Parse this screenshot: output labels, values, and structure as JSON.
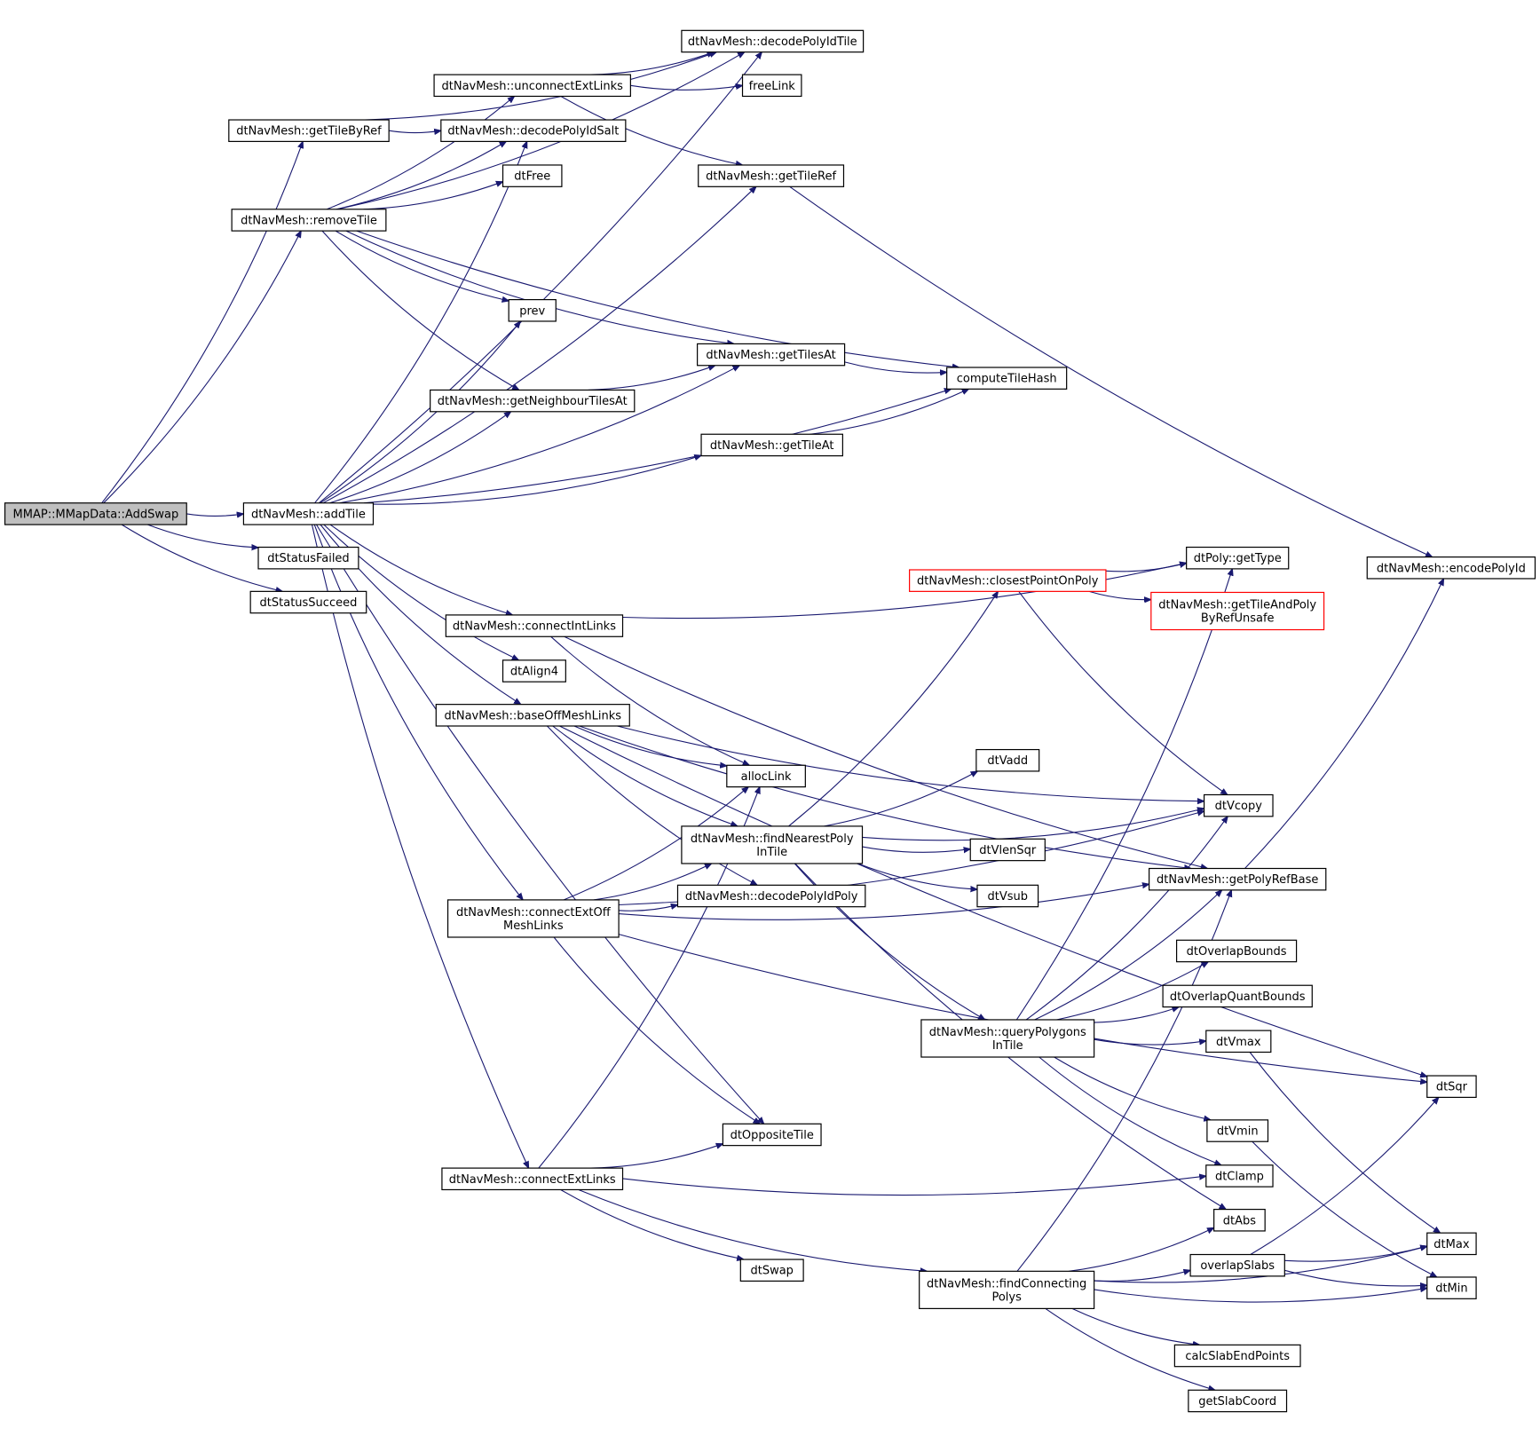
{
  "diagram": {
    "kind": "call-graph",
    "colors": {
      "edge": "#191970",
      "node_border": "#000000",
      "root_fill": "#bfbfbf",
      "node_fill": "#ffffff",
      "truncated_border": "#ff0000"
    },
    "nodes": [
      {
        "id": "root",
        "lines": [
          "MMAP::MMapData::AddSwap"
        ],
        "style": "root"
      },
      {
        "id": "getTileByRef",
        "lines": [
          "dtNavMesh::getTileByRef"
        ]
      },
      {
        "id": "removeTile",
        "lines": [
          "dtNavMesh::removeTile"
        ]
      },
      {
        "id": "addTile",
        "lines": [
          "dtNavMesh::addTile"
        ]
      },
      {
        "id": "dtStatusFailed",
        "lines": [
          "dtStatusFailed"
        ]
      },
      {
        "id": "dtStatusSucceed",
        "lines": [
          "dtStatusSucceed"
        ]
      },
      {
        "id": "decodePolyIdTile",
        "lines": [
          "dtNavMesh::decodePolyIdTile"
        ]
      },
      {
        "id": "unconnectExtLinks",
        "lines": [
          "dtNavMesh::unconnectExtLinks"
        ]
      },
      {
        "id": "decodePolyIdSalt",
        "lines": [
          "dtNavMesh::decodePolyIdSalt"
        ]
      },
      {
        "id": "dtFree",
        "lines": [
          "dtFree"
        ]
      },
      {
        "id": "freeLink",
        "lines": [
          "freeLink"
        ]
      },
      {
        "id": "getTileRef",
        "lines": [
          "dtNavMesh::getTileRef"
        ]
      },
      {
        "id": "prev",
        "lines": [
          "prev"
        ]
      },
      {
        "id": "getTilesAt",
        "lines": [
          "dtNavMesh::getTilesAt"
        ]
      },
      {
        "id": "getNeighbourTilesAt",
        "lines": [
          "dtNavMesh::getNeighbourTilesAt"
        ]
      },
      {
        "id": "computeTileHash",
        "lines": [
          "computeTileHash"
        ]
      },
      {
        "id": "getTileAt",
        "lines": [
          "dtNavMesh::getTileAt"
        ]
      },
      {
        "id": "encodePolyId",
        "lines": [
          "dtNavMesh::encodePolyId"
        ]
      },
      {
        "id": "getType",
        "lines": [
          "dtPoly::getType"
        ]
      },
      {
        "id": "closestPointOnPoly",
        "lines": [
          "dtNavMesh::closestPointOnPoly"
        ],
        "style": "truncated"
      },
      {
        "id": "getTileAndPolyByRefUnsafe",
        "lines": [
          "dtNavMesh::getTileAndPoly",
          "ByRefUnsafe"
        ],
        "style": "truncated"
      },
      {
        "id": "connectIntLinks",
        "lines": [
          "dtNavMesh::connectIntLinks"
        ]
      },
      {
        "id": "dtAlign4",
        "lines": [
          "dtAlign4"
        ]
      },
      {
        "id": "baseOffMeshLinks",
        "lines": [
          "dtNavMesh::baseOffMeshLinks"
        ]
      },
      {
        "id": "dtVadd",
        "lines": [
          "dtVadd"
        ]
      },
      {
        "id": "allocLink",
        "lines": [
          "allocLink"
        ]
      },
      {
        "id": "dtVcopy",
        "lines": [
          "dtVcopy"
        ]
      },
      {
        "id": "findNearestPolyInTile",
        "lines": [
          "dtNavMesh::findNearestPoly",
          "InTile"
        ]
      },
      {
        "id": "dtVlenSqr",
        "lines": [
          "dtVlenSqr"
        ]
      },
      {
        "id": "getPolyRefBase",
        "lines": [
          "dtNavMesh::getPolyRefBase"
        ]
      },
      {
        "id": "dtVsub",
        "lines": [
          "dtVsub"
        ]
      },
      {
        "id": "connectExtOffMeshLinks",
        "lines": [
          "dtNavMesh::connectExtOff",
          "MeshLinks"
        ]
      },
      {
        "id": "decodePolyIdPoly",
        "lines": [
          "dtNavMesh::decodePolyIdPoly"
        ]
      },
      {
        "id": "dtOverlapBounds",
        "lines": [
          "dtOverlapBounds"
        ]
      },
      {
        "id": "dtOverlapQuantBounds",
        "lines": [
          "dtOverlapQuantBounds"
        ]
      },
      {
        "id": "queryPolygonsInTile",
        "lines": [
          "dtNavMesh::queryPolygons",
          "InTile"
        ]
      },
      {
        "id": "dtVmax",
        "lines": [
          "dtVmax"
        ]
      },
      {
        "id": "dtSqr",
        "lines": [
          "dtSqr"
        ]
      },
      {
        "id": "dtVmin",
        "lines": [
          "dtVmin"
        ]
      },
      {
        "id": "dtOppositeTile",
        "lines": [
          "dtOppositeTile"
        ]
      },
      {
        "id": "connectExtLinks",
        "lines": [
          "dtNavMesh::connectExtLinks"
        ]
      },
      {
        "id": "dtClamp",
        "lines": [
          "dtClamp"
        ]
      },
      {
        "id": "dtAbs",
        "lines": [
          "dtAbs"
        ]
      },
      {
        "id": "dtMax",
        "lines": [
          "dtMax"
        ]
      },
      {
        "id": "overlapSlabs",
        "lines": [
          "overlapSlabs"
        ]
      },
      {
        "id": "findConnectingPolys",
        "lines": [
          "dtNavMesh::findConnecting",
          "Polys"
        ]
      },
      {
        "id": "dtMin",
        "lines": [
          "dtMin"
        ]
      },
      {
        "id": "dtSwap",
        "lines": [
          "dtSwap"
        ]
      },
      {
        "id": "calcSlabEndPoints",
        "lines": [
          "calcSlabEndPoints"
        ]
      },
      {
        "id": "getSlabCoord",
        "lines": [
          "getSlabCoord"
        ]
      }
    ],
    "edges": [
      [
        "root",
        "getTileByRef"
      ],
      [
        "root",
        "removeTile"
      ],
      [
        "root",
        "addTile"
      ],
      [
        "root",
        "dtStatusFailed"
      ],
      [
        "root",
        "dtStatusSucceed"
      ],
      [
        "getTileByRef",
        "decodePolyIdTile"
      ],
      [
        "getTileByRef",
        "decodePolyIdSalt"
      ],
      [
        "removeTile",
        "decodePolyIdTile"
      ],
      [
        "removeTile",
        "unconnectExtLinks"
      ],
      [
        "removeTile",
        "decodePolyIdSalt"
      ],
      [
        "removeTile",
        "dtFree"
      ],
      [
        "removeTile",
        "prev"
      ],
      [
        "removeTile",
        "getTilesAt"
      ],
      [
        "removeTile",
        "computeTileHash"
      ],
      [
        "removeTile",
        "getNeighbourTilesAt"
      ],
      [
        "unconnectExtLinks",
        "decodePolyIdTile"
      ],
      [
        "unconnectExtLinks",
        "freeLink"
      ],
      [
        "unconnectExtLinks",
        "getTileRef"
      ],
      [
        "getTileRef",
        "encodePolyId"
      ],
      [
        "getTilesAt",
        "computeTileHash"
      ],
      [
        "getNeighbourTilesAt",
        "getTilesAt"
      ],
      [
        "getTileAt",
        "computeTileHash"
      ],
      [
        "addTile",
        "decodePolyIdSalt"
      ],
      [
        "addTile",
        "decodePolyIdTile"
      ],
      [
        "addTile",
        "getTileRef"
      ],
      [
        "addTile",
        "prev"
      ],
      [
        "addTile",
        "getNeighbourTilesAt"
      ],
      [
        "addTile",
        "getTilesAt"
      ],
      [
        "addTile",
        "computeTileHash"
      ],
      [
        "addTile",
        "getTileAt"
      ],
      [
        "addTile",
        "connectIntLinks"
      ],
      [
        "addTile",
        "dtAlign4"
      ],
      [
        "addTile",
        "baseOffMeshLinks"
      ],
      [
        "addTile",
        "connectExtOffMeshLinks"
      ],
      [
        "addTile",
        "dtOppositeTile"
      ],
      [
        "addTile",
        "connectExtLinks"
      ],
      [
        "connectIntLinks",
        "getType"
      ],
      [
        "connectIntLinks",
        "getPolyRefBase"
      ],
      [
        "connectIntLinks",
        "allocLink"
      ],
      [
        "baseOffMeshLinks",
        "dtSqr"
      ],
      [
        "baseOffMeshLinks",
        "dtVcopy"
      ],
      [
        "baseOffMeshLinks",
        "getPolyRefBase"
      ],
      [
        "baseOffMeshLinks",
        "allocLink"
      ],
      [
        "baseOffMeshLinks",
        "findNearestPolyInTile"
      ],
      [
        "baseOffMeshLinks",
        "decodePolyIdPoly"
      ],
      [
        "closestPointOnPoly",
        "getType"
      ],
      [
        "closestPointOnPoly",
        "getTileAndPolyByRefUnsafe"
      ],
      [
        "closestPointOnPoly",
        "dtVcopy"
      ],
      [
        "findNearestPolyInTile",
        "closestPointOnPoly"
      ],
      [
        "findNearestPolyInTile",
        "dtVadd"
      ],
      [
        "findNearestPolyInTile",
        "dtVcopy"
      ],
      [
        "findNearestPolyInTile",
        "dtVlenSqr"
      ],
      [
        "findNearestPolyInTile",
        "dtVsub"
      ],
      [
        "findNearestPolyInTile",
        "queryPolygonsInTile"
      ],
      [
        "findNearestPolyInTile",
        "dtAbs"
      ],
      [
        "connectExtOffMeshLinks",
        "allocLink"
      ],
      [
        "connectExtOffMeshLinks",
        "findNearestPolyInTile"
      ],
      [
        "connectExtOffMeshLinks",
        "decodePolyIdPoly"
      ],
      [
        "connectExtOffMeshLinks",
        "dtVcopy"
      ],
      [
        "connectExtOffMeshLinks",
        "getPolyRefBase"
      ],
      [
        "connectExtOffMeshLinks",
        "dtSqr"
      ],
      [
        "connectExtOffMeshLinks",
        "dtOppositeTile"
      ],
      [
        "queryPolygonsInTile",
        "getType"
      ],
      [
        "queryPolygonsInTile",
        "dtVcopy"
      ],
      [
        "queryPolygonsInTile",
        "getPolyRefBase"
      ],
      [
        "queryPolygonsInTile",
        "dtOverlapBounds"
      ],
      [
        "queryPolygonsInTile",
        "dtOverlapQuantBounds"
      ],
      [
        "queryPolygonsInTile",
        "dtVmax"
      ],
      [
        "queryPolygonsInTile",
        "dtVmin"
      ],
      [
        "queryPolygonsInTile",
        "dtClamp"
      ],
      [
        "getPolyRefBase",
        "encodePolyId"
      ],
      [
        "dtVmax",
        "dtMax"
      ],
      [
        "dtVmin",
        "dtMin"
      ],
      [
        "connectExtLinks",
        "allocLink"
      ],
      [
        "connectExtLinks",
        "dtOppositeTile"
      ],
      [
        "connectExtLinks",
        "dtClamp"
      ],
      [
        "connectExtLinks",
        "findConnectingPolys"
      ],
      [
        "connectExtLinks",
        "dtSwap"
      ],
      [
        "findConnectingPolys",
        "getPolyRefBase"
      ],
      [
        "findConnectingPolys",
        "dtAbs"
      ],
      [
        "findConnectingPolys",
        "overlapSlabs"
      ],
      [
        "findConnectingPolys",
        "dtMax"
      ],
      [
        "findConnectingPolys",
        "calcSlabEndPoints"
      ],
      [
        "findConnectingPolys",
        "getSlabCoord"
      ],
      [
        "findConnectingPolys",
        "dtMin"
      ],
      [
        "overlapSlabs",
        "dtSqr"
      ],
      [
        "overlapSlabs",
        "dtMax"
      ],
      [
        "overlapSlabs",
        "dtMin"
      ]
    ]
  }
}
